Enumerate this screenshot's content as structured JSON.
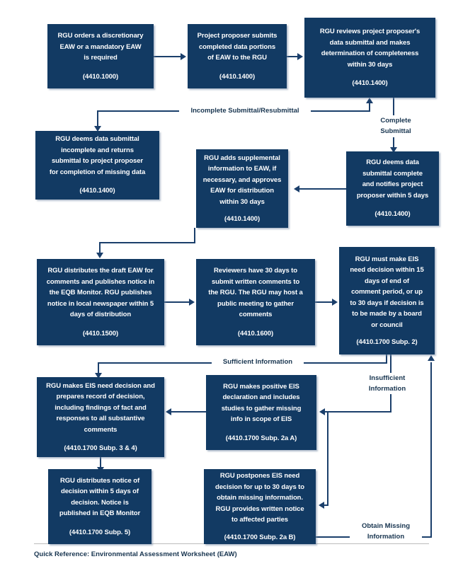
{
  "document": {
    "footer_text": "Quick Reference: Environmental Assessment Worksheet (EAW)",
    "colors": {
      "node_fill": "#123A63",
      "connector": "#1B3F6B",
      "node_text": "#FFFFFF",
      "label_text": "#17344F",
      "background": "#FFFFFF",
      "divider": "#BCBCBC"
    }
  },
  "nodes": [
    {
      "id": "order-eaw",
      "body": "RGU orders a discretionary\nEAW or a mandatory EAW\nis required",
      "code": "(4410.1000)"
    },
    {
      "id": "proposer-submits",
      "body": "Project proposer submits\ncompleted data portions\nof EAW to the RGU",
      "code": "(4410.1400)"
    },
    {
      "id": "rgu-reviews",
      "body": "RGU reviews project proposer's\ndata submittal and makes\ndetermination of completeness\nwithin 30 days",
      "code": "(4410.1400)"
    },
    {
      "id": "deems-incomplete",
      "body": "RGU deems data submittal\nincomplete and returns\nsubmittal to project proposer\nfor completion of missing data",
      "code": "(4410.1400)"
    },
    {
      "id": "adds-supplemental",
      "body": "RGU adds supplemental\ninformation to EAW, if\nnecessary, and approves\nEAW for distribution\nwithin 30 days",
      "code": "(4410.1400)"
    },
    {
      "id": "deems-complete",
      "body": "RGU deems data\nsubmittal complete\nand notifies project\nproposer within 5 days",
      "code": "(4410.1400)"
    },
    {
      "id": "distributes-draft",
      "body": "RGU distributes the draft EAW for\ncomments and publishes notice in\nthe EQB Monitor. RGU publishes\nnotice in local newspaper within 5\ndays of distribution",
      "code": "(4410.1500)"
    },
    {
      "id": "reviewers-comment",
      "body": "Reviewers have 30 days to\nsubmit written comments to\nthe RGU. The RGU may host a\npublic meeting to gather\ncomments",
      "code": "(4410.1600)"
    },
    {
      "id": "eis-need-decision",
      "body": "RGU must make EIS\nneed decision within 15\ndays of end of\ncomment period, or up\nto 30 days if decision is\nto be made by a board\nor council",
      "code": "(4410.1700 Subp. 2)"
    },
    {
      "id": "makes-eis-record",
      "body": "RGU makes EIS need decision and\nprepares record of decision,\nincluding findings of fact and\nresponses to all substantive\ncomments",
      "code": "(4410.1700 Subp. 3 & 4)"
    },
    {
      "id": "positive-eis",
      "body": "RGU makes positive EIS\ndeclaration and includes\nstudies to gather missing\ninfo in scope of EIS",
      "code": "(4410.1700 Subp. 2a A)"
    },
    {
      "id": "distributes-notice",
      "body": "RGU distributes notice of\ndecision within 5 days of\ndecision. Notice is\npublished in EQB Monitor",
      "code": "(4410.1700 Subp. 5)"
    },
    {
      "id": "postpones-eis",
      "body": "RGU postpones EIS need\ndecision for up to 30 days to\nobtain missing information.\nRGU provides written notice\nto affected parties",
      "code": "(4410.1700 Subp. 2a B)"
    }
  ],
  "edge_labels": [
    {
      "id": "incomplete-submittal",
      "text": "Incomplete Submittal/Resubmittal"
    },
    {
      "id": "complete-submittal",
      "text": "Complete\nSubmittal"
    },
    {
      "id": "sufficient-information",
      "text": "Sufficient Information"
    },
    {
      "id": "insufficient-information",
      "text": "Insufficient\nInformation"
    },
    {
      "id": "obtain-missing-information",
      "text": "Obtain Missing\nInformation"
    }
  ]
}
